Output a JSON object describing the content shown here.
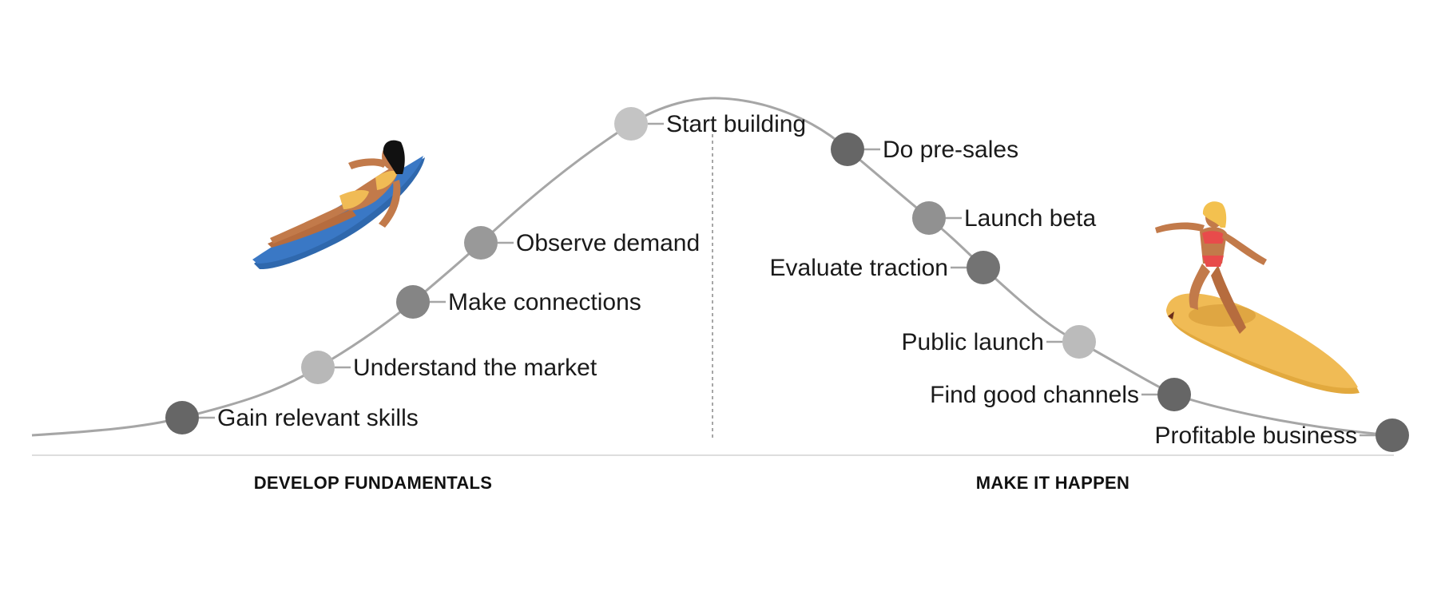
{
  "sections": {
    "left": "DEVELOP FUNDAMENTALS",
    "right": "MAKE IT HAPPEN"
  },
  "steps": [
    {
      "label": "Gain relevant skills",
      "color": "#666666"
    },
    {
      "label": "Understand the market",
      "color": "#b8b8b8"
    },
    {
      "label": "Make connections",
      "color": "#858585"
    },
    {
      "label": "Observe demand",
      "color": "#999999"
    },
    {
      "label": "Start building",
      "color": "#c4c4c4"
    },
    {
      "label": "Do pre-sales",
      "color": "#666666"
    },
    {
      "label": "Launch beta",
      "color": "#919191"
    },
    {
      "label": "Evaluate traction",
      "color": "#737373"
    },
    {
      "label": "Public launch",
      "color": "#bbbbbb"
    },
    {
      "label": "Find good channels",
      "color": "#666666"
    },
    {
      "label": "Profitable business",
      "color": "#666666"
    }
  ],
  "colors": {
    "curve": "#a6a6a6",
    "baseline": "#dddddd",
    "divider": "#888888",
    "blue_board": "#3a78c5",
    "yellow_board": "#f0bb55",
    "skin": "#c27a4a"
  },
  "illustrations": {
    "left": "surfer-lying-on-board-icon",
    "right": "surfer-standing-on-board-icon"
  }
}
